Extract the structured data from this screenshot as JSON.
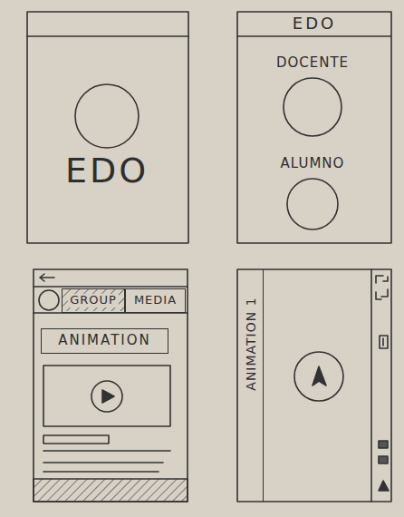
{
  "diagram": {
    "nodes": [
      {
        "text": [
          "EDO"
        ]
      },
      {
        "text": [
          "EDO"
        ]
      },
      {
        "text": [
          "DOCENTE"
        ]
      },
      {
        "text": [
          "ALUMNO"
        ]
      },
      {
        "text": [
          "GROUP"
        ]
      },
      {
        "text": [
          "MEDIA"
        ]
      },
      {
        "text": [
          "ANIMATION"
        ]
      },
      {
        "text": [
          "ANIMATION 1"
        ]
      }
    ]
  }
}
